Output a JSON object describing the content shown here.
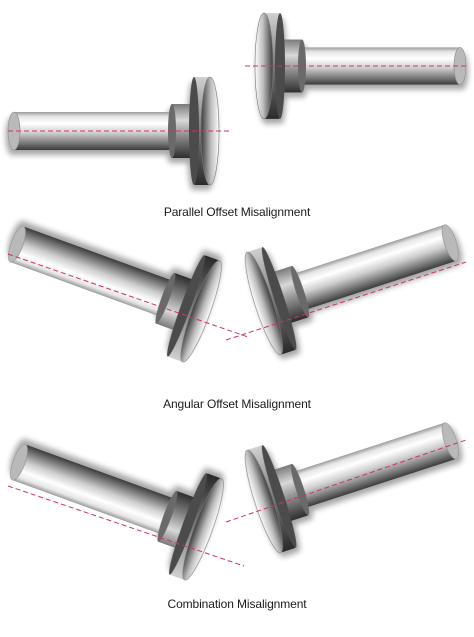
{
  "captions": {
    "parallel": "Parallel Offset Misalignment",
    "angular": "Angular Offset Misalignment",
    "combination": "Combination Misalignment"
  },
  "colors": {
    "centerline": "#cc3366",
    "steel_light": "#f4f4f4",
    "steel_dark": "#4a4a4a",
    "background": "#ffffff"
  }
}
